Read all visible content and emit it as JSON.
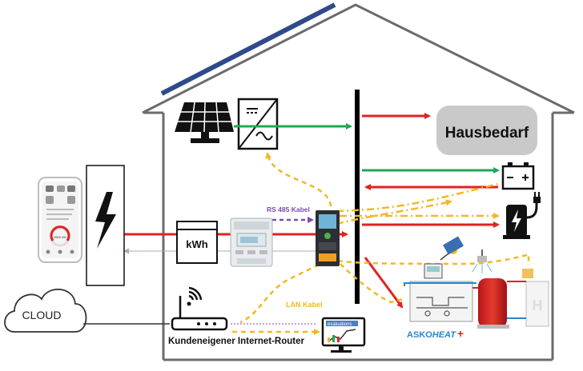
{
  "labels": {
    "hausbedarf": "Hausbedarf",
    "kwh": "kWh",
    "rs485": "RS 485 Kabel",
    "lan": "LAN Kabel",
    "cloud": "CLOUD",
    "router": "Kundeneigener Internet-Router",
    "evaluations": "evaluations",
    "askoheat_a": "ASKO",
    "askoheat_b": "HEAT",
    "askoheat_plus": "+",
    "phone_power": "3500 kW"
  },
  "colors": {
    "roof": "#666666",
    "wall": "#6b6b6b",
    "solar_roof_strip": "#2f4a8a",
    "power_line_red": "#e32121",
    "power_line_green": "#1fa854",
    "data_dashed_yellow": "#f2b824",
    "rs485_dashed_purple": "#7a4bb0",
    "hausbedarf_bg": "#c9c9c9",
    "askoheat_blue": "#2a86c8",
    "askoheat_red": "#e32121"
  },
  "icons": [
    "solar-panel-icon",
    "inverter-icon",
    "high-voltage-icon",
    "smartphone-icon",
    "kwh-meter-icon",
    "energy-meter-device-icon",
    "controller-device-icon",
    "battery-icon",
    "ev-charger-icon",
    "heat-pump-system-icon",
    "router-icon",
    "wifi-icon",
    "monitor-icon",
    "cloud-icon"
  ]
}
